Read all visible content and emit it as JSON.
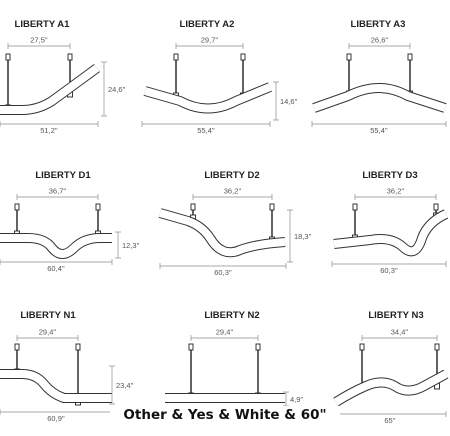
{
  "models": [
    {
      "title": "LIBERTY A1",
      "top_width": "27,5''",
      "height": "24,6''",
      "bottom_width": "51,2''"
    },
    {
      "title": "LIBERTY A2",
      "top_width": "29,7''",
      "height": "14,6''",
      "bottom_width": "55,4''"
    },
    {
      "title": "LIBERTY A3",
      "top_width": "26,6''",
      "height": "",
      "bottom_width": "55,4''"
    },
    {
      "title": "LIBERTY D1",
      "top_width": "36,7''",
      "height": "12,3''",
      "bottom_width": "60,4''"
    },
    {
      "title": "LIBERTY D2",
      "top_width": "36,2''",
      "height": "18,3''",
      "bottom_width": "60,3''"
    },
    {
      "title": "LIBERTY D3",
      "top_width": "36,2''",
      "height": "",
      "bottom_width": "60,3''"
    },
    {
      "title": "LIBERTY N1",
      "top_width": "29,4''",
      "height": "23,4''",
      "bottom_width": "60,9''"
    },
    {
      "title": "LIBERTY N2",
      "top_width": "29,4''",
      "height": "4,9''",
      "bottom_width": ""
    },
    {
      "title": "LIBERTY N3",
      "top_width": "34,4''",
      "height": "",
      "bottom_width": "65''"
    }
  ],
  "caption": "Other & Yes & White & 60\""
}
